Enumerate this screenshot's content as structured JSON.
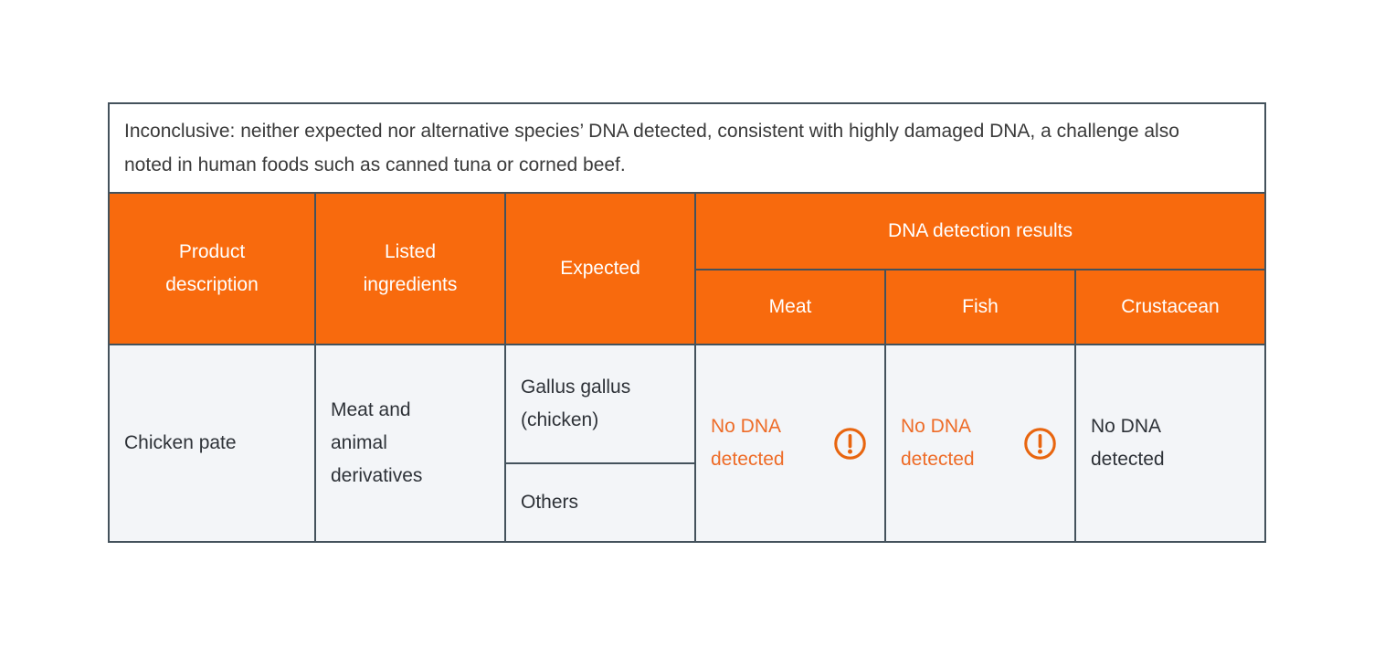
{
  "table": {
    "note": "Inconclusive: neither expected nor alternative species’ DNA detected, consistent with highly damaged DNA, a challenge also noted in human foods such as canned tuna or corned beef.",
    "headers": {
      "product": "Product description",
      "ingredients": "Listed ingredients",
      "expected": "Expected",
      "dna_group": "DNA detection results",
      "sub": [
        "Meat",
        "Fish",
        "Crustacean"
      ]
    },
    "row": {
      "product": "Chicken pate",
      "ingredients": "Meat and animal derivatives",
      "expected_primary": "Gallus gallus (chicken)",
      "expected_secondary": "Others",
      "results": {
        "meat": {
          "text": "No DNA detected",
          "warning": true
        },
        "fish": {
          "text": "No DNA detected",
          "warning": true
        },
        "crustacean": {
          "text": "No DNA detected",
          "warning": false
        }
      }
    }
  },
  "icons": {
    "warning": "exclamation-mark-in-circle"
  },
  "colors": {
    "header_orange": "#f86a0d",
    "result_orange_text": "#ee6c28",
    "warning_icon": "#e8650f",
    "grid_border": "#44525c",
    "cell_background": "#f3f5f8",
    "body_text": "#2e3238",
    "note_text": "#3a3a3a",
    "page_background": "#ffffff"
  }
}
